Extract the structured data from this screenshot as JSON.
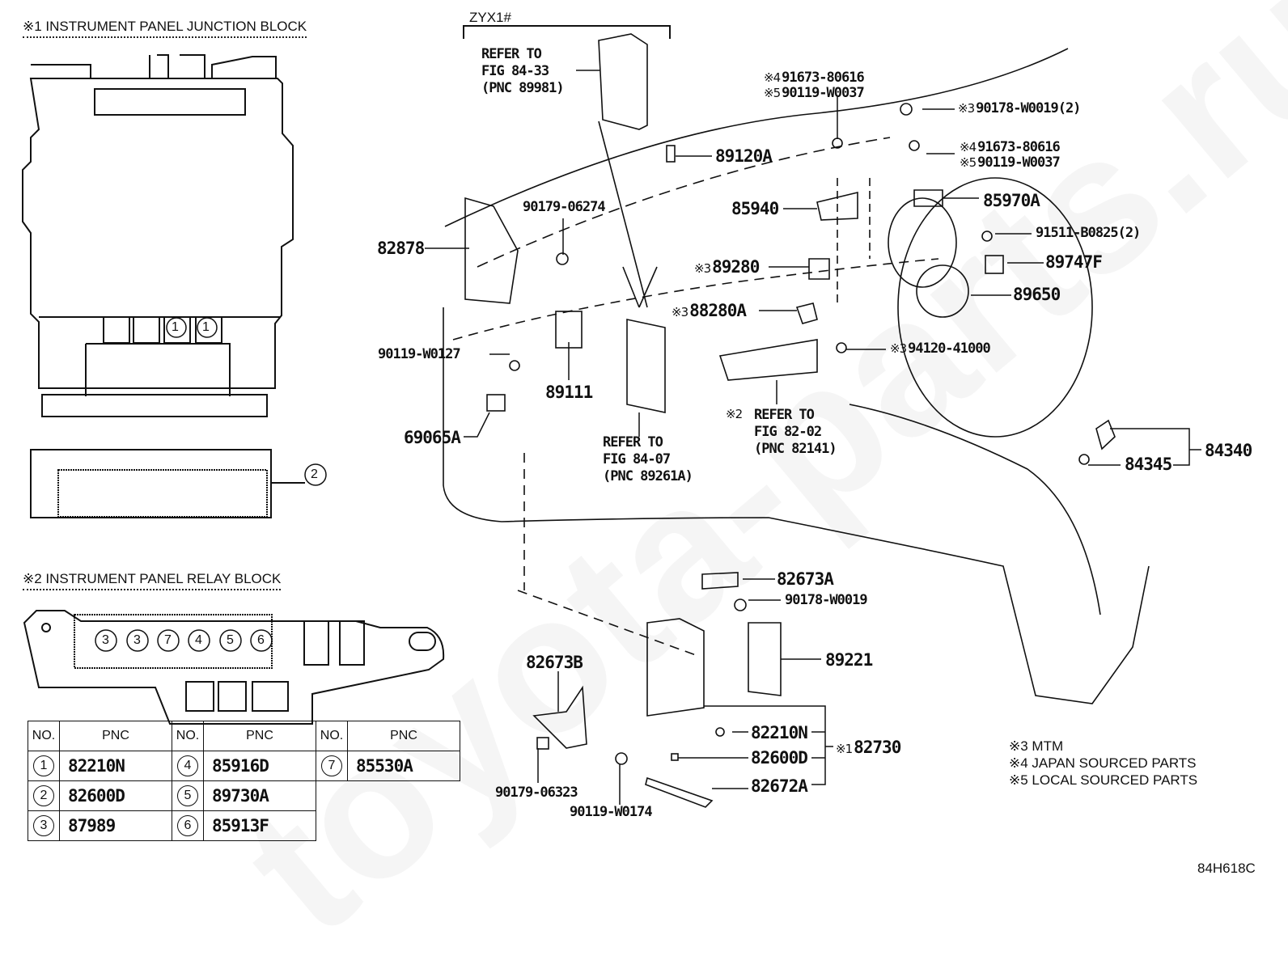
{
  "drawing_id": "84H618C",
  "watermark": "toyota-parts.ru",
  "insets": {
    "junction_block": {
      "title": "※1 INSTRUMENT PANEL JUNCTION BLOCK",
      "callouts": [
        "1",
        "1",
        "2"
      ]
    },
    "relay_block": {
      "title": "※2 INSTRUMENT PANEL RELAY BLOCK",
      "slots": [
        "3",
        "3",
        "7",
        "4",
        "5",
        "6"
      ]
    }
  },
  "pnc_table": {
    "headers": {
      "no": "NO.",
      "pnc": "PNC"
    },
    "rows": [
      [
        {
          "no": "1",
          "pnc": "82210N"
        },
        {
          "no": "4",
          "pnc": "85916D"
        },
        {
          "no": "7",
          "pnc": "85530A"
        }
      ],
      [
        {
          "no": "2",
          "pnc": "82600D"
        },
        {
          "no": "5",
          "pnc": "89730A"
        }
      ],
      [
        {
          "no": "3",
          "pnc": "87989"
        },
        {
          "no": "6",
          "pnc": "85913F"
        }
      ]
    ]
  },
  "variant_bracket": "ZYX1#",
  "refs": {
    "fig_84_33": "REFER TO\nFIG 84-33\n(PNC 89981)",
    "fig_84_07": "REFER TO\nFIG 84-07\n(PNC 89261A)",
    "fig_82_02_mark": "※2",
    "fig_82_02": "REFER TO\nFIG 82-02\n(PNC 82141)"
  },
  "parts": {
    "p82878": "82878",
    "p90179_06274": "90179-06274",
    "p90119_w0127": "90119-W0127",
    "p89111": "89111",
    "p69065a": "69065A",
    "p89120a": "89120A",
    "p85940": "85940",
    "p89280": "89280",
    "p88280a": "88280A",
    "p94120_41000": "94120-41000",
    "p91673_a": "91673-80616",
    "p90119_w0037_a": "90119-W0037",
    "p90178_w0019_2": "90178-W0019(2)",
    "p91673_b": "91673-80616",
    "p90119_w0037_b": "90119-W0037",
    "p85970a": "85970A",
    "p91511": "91511-B0825(2)",
    "p89747f": "89747F",
    "p89650": "89650",
    "p84340": "84340",
    "p84345": "84345",
    "p82673a": "82673A",
    "p90178_w0019": "90178-W0019",
    "p89221": "89221",
    "p82673b": "82673B",
    "p82210n": "82210N",
    "p82600d": "82600D",
    "p82672a": "82672A",
    "p82730": "82730",
    "p90179_06323": "90179-06323",
    "p90119_w0174": "90119-W0174"
  },
  "marks": {
    "m1": "※1",
    "m3": "※3",
    "m4": "※4",
    "m5": "※5"
  },
  "legend": {
    "l3": "※3 MTM",
    "l4": "※4 JAPAN SOURCED PARTS",
    "l5": "※5 LOCAL SOURCED PARTS"
  }
}
